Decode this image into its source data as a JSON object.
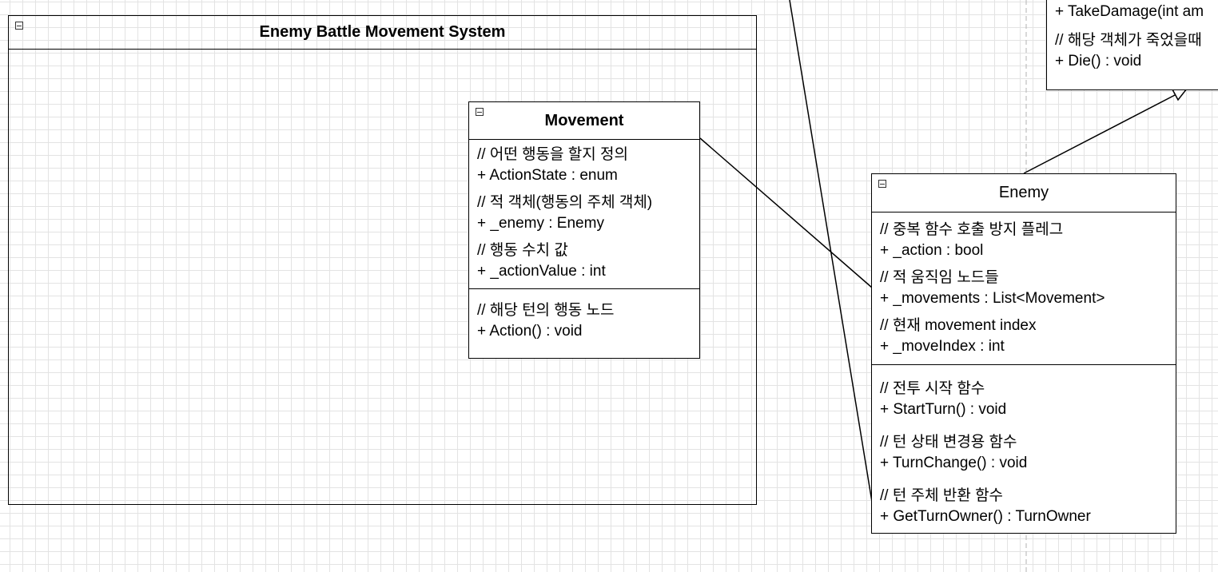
{
  "container": {
    "title": "Enemy Battle Movement System"
  },
  "movement": {
    "title": "Movement",
    "attributes": [
      {
        "comment": "// 어떤 행동을 할지 정의",
        "member": "+ ActionState : enum"
      },
      {
        "comment": "// 적 객체(행동의 주체 객체)",
        "member": "+ _enemy : Enemy"
      },
      {
        "comment": "// 행동 수치 값",
        "member": "+ _actionValue : int"
      }
    ],
    "methods": [
      {
        "comment": "// 해당 턴의 행동 노드",
        "member": "+ Action() : void"
      }
    ]
  },
  "enemy": {
    "title": "Enemy",
    "attributes": [
      {
        "comment": "// 중복 함수 호출 방지 플레그",
        "member": "+ _action : bool"
      },
      {
        "comment": "// 적 움직임 노드들",
        "member": "+ _movements : List<Movement>"
      },
      {
        "comment": "// 현재 movement index",
        "member": "+ _moveIndex : int"
      }
    ],
    "methods": [
      {
        "comment": "// 전투 시작 함수",
        "member": "+ StartTurn() : void"
      },
      {
        "comment": "// 턴 상태 변경용 함수",
        "member": "+ TurnChange() : void"
      },
      {
        "comment": "// 턴 주체 반환 함수",
        "member": "+ GetTurnOwner() : TurnOwner"
      }
    ]
  },
  "parent": {
    "methods": [
      {
        "comment": "",
        "member": "+ TakeDamage(int am"
      },
      {
        "comment": "// 해당 객체가 죽었을때",
        "member": "+ Die() : void"
      }
    ]
  }
}
